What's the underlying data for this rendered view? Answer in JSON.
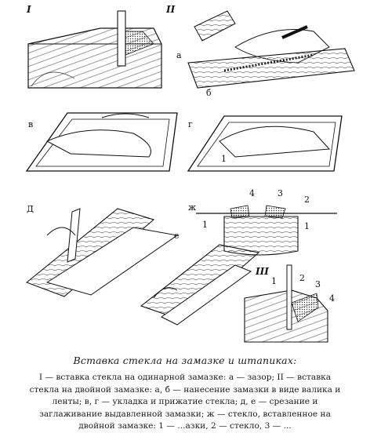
{
  "labels": {
    "fig_I": "I",
    "fig_II": "II",
    "fig_III": "III",
    "a": "а",
    "b": "б",
    "v": "в",
    "g": "г",
    "d": "Д",
    "e": "е",
    "zh": "ж",
    "n1": "1",
    "n2": "2",
    "n3": "3",
    "n4": "4",
    "iii_1": "1",
    "iii_2": "2",
    "iii_3": "3",
    "iii_4": "4",
    "zh_1a": "1",
    "zh_1b": "1",
    "zh_2": "2",
    "zh_3": "3",
    "zh_4": "4"
  },
  "caption": {
    "title": "Вставка стекла на замазке и штапиках:",
    "body": "I — вставка стекла на одинарной замазке: а — зазор; II — вставка\nстекла на двойной замазке: а, б — нанесение замазки в виде валика и\nленты; в, г — укладка и прижатие стекла; д, е — срезание и\nзаглаживание выдавленной замазки; ж — стекло, вставленное на\nдвойной замазке: 1 — ...азки, 2 — стекло, 3 — ..."
  }
}
